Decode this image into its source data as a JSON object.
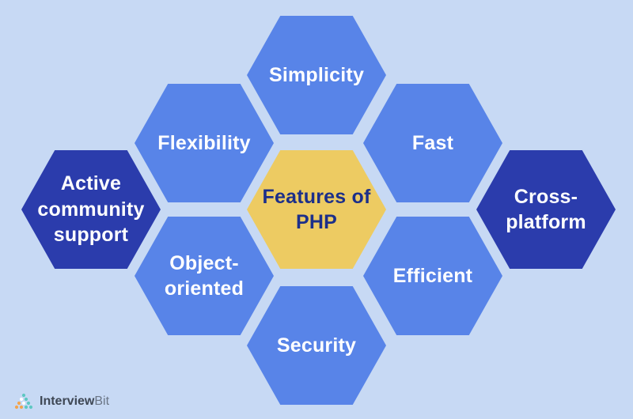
{
  "diagram": {
    "title": "Features of PHP honeycomb diagram",
    "center": {
      "id": "features-of-php",
      "label": "Features of\nPHP"
    },
    "satellites": [
      {
        "id": "simplicity",
        "label": "Simplicity",
        "variant": "blue"
      },
      {
        "id": "flexibility",
        "label": "Flexibility",
        "variant": "blue"
      },
      {
        "id": "fast",
        "label": "Fast",
        "variant": "blue"
      },
      {
        "id": "active-community-support",
        "label": "Active\ncommunity\nsupport",
        "variant": "dark-blue"
      },
      {
        "id": "cross-platform",
        "label": "Cross-\nplatform",
        "variant": "dark-blue"
      },
      {
        "id": "object-oriented",
        "label": "Object-\noriented",
        "variant": "blue"
      },
      {
        "id": "efficient",
        "label": "Efficient",
        "variant": "blue"
      },
      {
        "id": "security",
        "label": "Security",
        "variant": "blue"
      }
    ],
    "colors": {
      "background": "#C7D9F4",
      "hex_blue": "#5884E8",
      "hex_dark_blue": "#2B3CAC",
      "hex_yellow": "#EDCB62",
      "center_text": "#1C2F8A",
      "satellite_text": "#FFFFFF"
    }
  },
  "branding": {
    "logo_icon": "triangle-dots-logo",
    "logo_text_primary": "Interview",
    "logo_text_secondary": "Bit",
    "logo_colors": {
      "teal": "#5EC8C2",
      "orange": "#F2A44E"
    }
  }
}
